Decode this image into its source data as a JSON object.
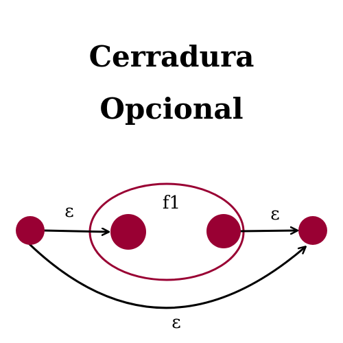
{
  "title": {
    "line1": "Cerradura",
    "line2": "Opcional"
  },
  "colors": {
    "node": "#990033",
    "subautomaton_border": "#990033",
    "arrow": "#000000",
    "text": "#000000",
    "background": "#ffffff"
  },
  "diagram": {
    "subautomaton_label": "f1",
    "edges": [
      {
        "id": "e-start-to-f1",
        "label": "ε",
        "from": "start",
        "to": "f1-in"
      },
      {
        "id": "e-f1-to-final",
        "label": "ε",
        "from": "f1-out",
        "to": "final"
      },
      {
        "id": "e-bypass",
        "label": "ε",
        "from": "start",
        "to": "final"
      }
    ]
  }
}
